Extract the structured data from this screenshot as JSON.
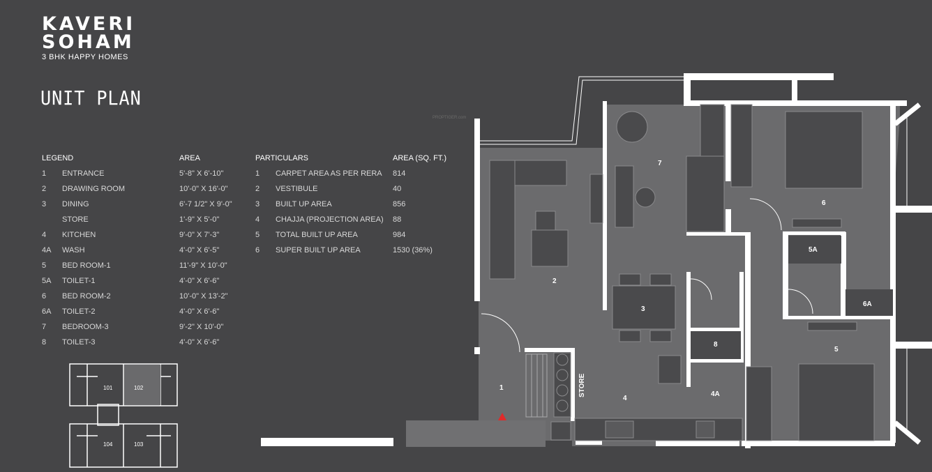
{
  "brand": {
    "line1": "KAVERI",
    "line2": "SOHAM",
    "subtitle": "3 BHK HAPPY HOMES"
  },
  "title": "UNIT PLAN",
  "watermark": "PROPTIGER.com",
  "legend": {
    "col_legend": "LEGEND",
    "col_area": "AREA",
    "rows": [
      {
        "no": "1",
        "name": "ENTRANCE",
        "area": "5'-8\" X 6'-10\""
      },
      {
        "no": "2",
        "name": "DRAWING ROOM",
        "area": "10'-0\" X 16'-0\""
      },
      {
        "no": "3",
        "name": "DINING",
        "area": "6'-7 1/2\" X 9'-0\""
      },
      {
        "no": "",
        "name": "STORE",
        "area": "1'-9\" X 5'-0\""
      },
      {
        "no": "4",
        "name": "KITCHEN",
        "area": "9'-0\" X 7'-3\""
      },
      {
        "no": "4A",
        "name": "WASH",
        "area": "4'-0\" X 6'-5\""
      },
      {
        "no": "5",
        "name": "BED ROOM-1",
        "area": "11'-9\" X 10'-0\""
      },
      {
        "no": "5A",
        "name": "TOILET-1",
        "area": "4'-0\" X 6'-6\""
      },
      {
        "no": "6",
        "name": "BED ROOM-2",
        "area": "10'-0\" X 13'-2\""
      },
      {
        "no": "6A",
        "name": "TOILET-2",
        "area": "4'-0\" X 6'-6\""
      },
      {
        "no": "7",
        "name": "BEDROOM-3",
        "area": "9'-2\" X 10'-0\""
      },
      {
        "no": "8",
        "name": "TOILET-3",
        "area": "4'-0\" X 6'-6\""
      }
    ]
  },
  "particulars": {
    "col_particulars": "PARTICULARS",
    "col_area": "AREA (SQ. FT.)",
    "rows": [
      {
        "no": "1",
        "name": "CARPET AREA AS PER RERA",
        "area": "814"
      },
      {
        "no": "2",
        "name": "VESTIBULE",
        "area": "40"
      },
      {
        "no": "3",
        "name": "BUILT UP AREA",
        "area": "856"
      },
      {
        "no": "4",
        "name": "CHAJJA (PROJECTION AREA)",
        "area": "88"
      },
      {
        "no": "5",
        "name": "TOTAL BUILT UP AREA",
        "area": "984"
      },
      {
        "no": "6",
        "name": "SUPER BUILT UP AREA",
        "area": "1530 (36%)"
      }
    ]
  },
  "key_plan": {
    "units": [
      "101",
      "102",
      "104",
      "103"
    ]
  },
  "plan_labels": {
    "r1": "1",
    "r2": "2",
    "r3": "3",
    "r4": "4",
    "r4a": "4A",
    "r5": "5",
    "r5a": "5A",
    "r6": "6",
    "r6a": "6A",
    "r7": "7",
    "r8": "8",
    "store": "STORE"
  }
}
